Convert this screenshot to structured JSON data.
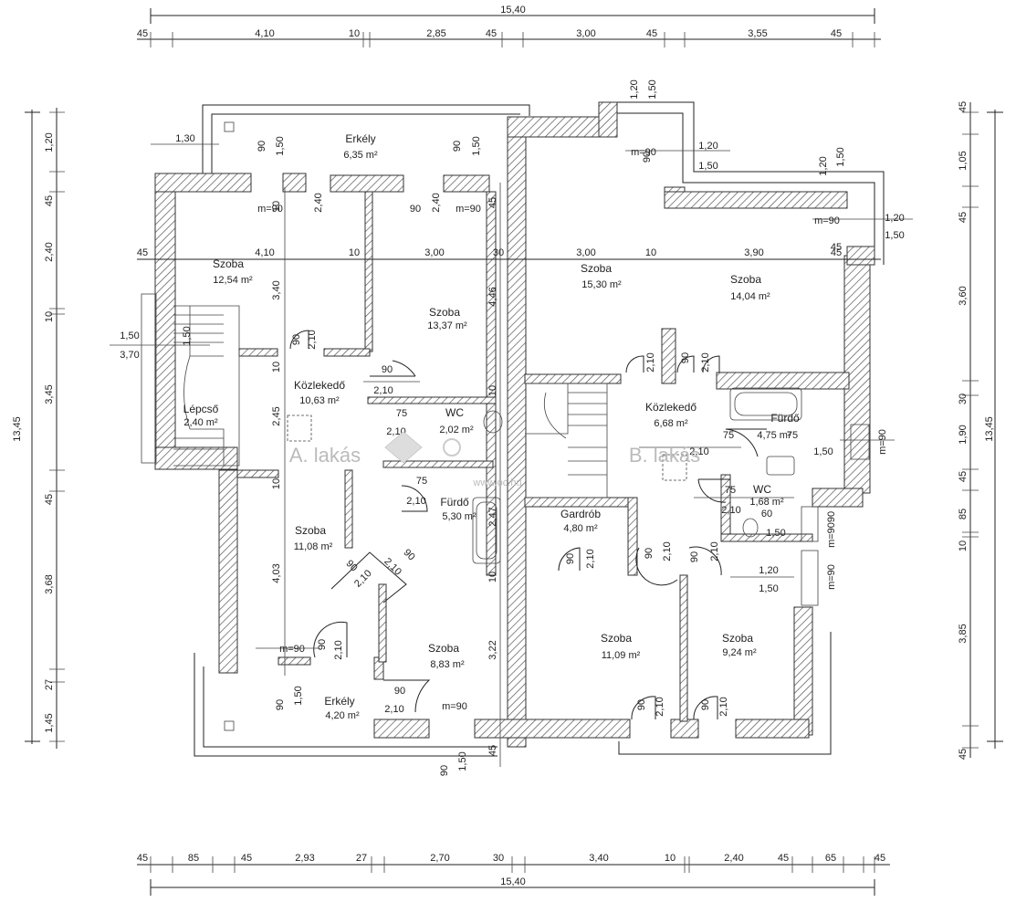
{
  "dims": {
    "top_total": "15,40",
    "top": [
      "45",
      "4,10",
      "10",
      "2,85",
      "45",
      "3,00",
      "45",
      "3,55",
      "45"
    ],
    "bottom_total": "15,40",
    "bottom": [
      "45",
      "85",
      "45",
      "2,93",
      "27",
      "2,70",
      "30",
      "3,40",
      "10",
      "2,40",
      "45",
      "65",
      "45"
    ],
    "left_total": "13,45",
    "left": [
      "1,20",
      "45",
      "2,40",
      "10",
      "3,45",
      "45",
      "3,68",
      "27",
      "1,45"
    ],
    "right_total": "13,45",
    "right": [
      "45",
      "1,05",
      "45",
      "3,60",
      "30",
      "1,90",
      "45",
      "85",
      "10",
      "3,85",
      "45"
    ],
    "inner": {
      "row": [
        "45",
        "4,10",
        "10",
        "3,00",
        "30",
        "3,00",
        "10",
        "3,90",
        "45"
      ],
      "balc_w": "1,30",
      "stair_a": "1,50",
      "stair_b": "3,70",
      "v340": "3,40",
      "v446": "4,46",
      "v245": "2,45",
      "v403": "4,03",
      "v322": "3,22",
      "v247": "2,47",
      "h10a": "10",
      "h10b": "10",
      "h10c": "10",
      "h10d": "10",
      "h10e": "10",
      "v45a": "45",
      "v45b": "45",
      "v45c": "45"
    },
    "openings": {
      "o90": "90",
      "o150": "1,50",
      "o240": "2,40",
      "o210": "2,10",
      "o120": "1,20",
      "o75": "75",
      "o60": "60",
      "m90": "m=90"
    }
  },
  "rooms": {
    "erkely_top": {
      "name": "Erkély",
      "area": "6,35 m²"
    },
    "szoba1": {
      "name": "Szoba",
      "area": "12,54 m²"
    },
    "szoba2": {
      "name": "Szoba",
      "area": "13,37 m²"
    },
    "szoba3": {
      "name": "Szoba",
      "area": "15,30 m²"
    },
    "szoba4": {
      "name": "Szoba",
      "area": "14,04 m²"
    },
    "kozl_a": {
      "name": "Közlekedő",
      "area": "10,63 m²"
    },
    "lepcso": {
      "name": "Lépcső",
      "area": "2,40 m²"
    },
    "wc_a": {
      "name": "WC",
      "area": "2,02 m²"
    },
    "furdo_a": {
      "name": "Fürdő",
      "area": "5,30 m²"
    },
    "kozl_b": {
      "name": "Közlekedő",
      "area": "6,68 m²"
    },
    "furdo_b": {
      "name": "Fürdő",
      "area": "4,75 m²"
    },
    "wc_b": {
      "name": "WC",
      "area": "1,68 m²"
    },
    "gardrob": {
      "name": "Gardrób",
      "area": "4,80 m²"
    },
    "szoba5": {
      "name": "Szoba",
      "area": "11,08 m²"
    },
    "szoba6": {
      "name": "Szoba",
      "area": "8,83 m²"
    },
    "szoba7": {
      "name": "Szoba",
      "area": "11,09 m²"
    },
    "szoba8": {
      "name": "Szoba",
      "area": "9,24 m²"
    },
    "erkely_bot": {
      "name": "Erkély",
      "area": "4,20 m²"
    }
  },
  "labels": {
    "unit_a": "A. lakás",
    "unit_b": "B. lakás",
    "watermark": "www.oc.hu"
  }
}
